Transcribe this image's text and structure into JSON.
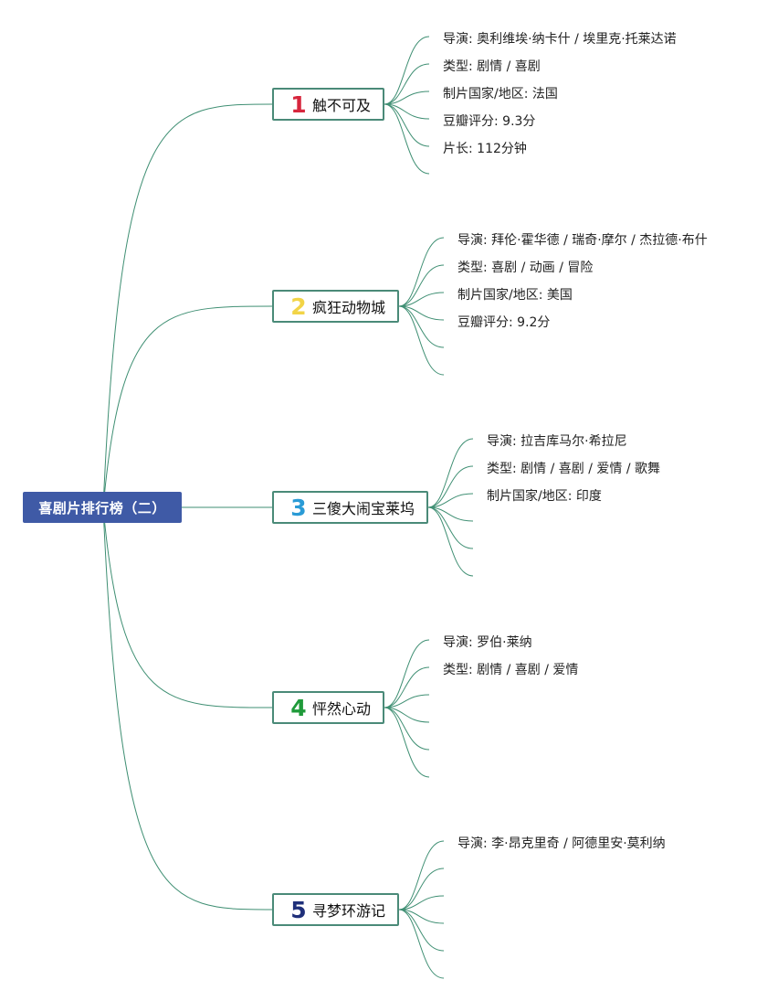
{
  "root": {
    "label": "喜剧片排行榜（二）"
  },
  "movies": [
    {
      "rank": "1",
      "rank_color": "#d7263d",
      "title": "触不可及",
      "details": [
        "导演: 奥利维埃·纳卡什 / 埃里克·托莱达诺",
        "类型: 剧情 / 喜剧",
        "制片国家/地区: 法国",
        "豆瓣评分:  9.3分",
        "片长: 112分钟",
        ""
      ]
    },
    {
      "rank": "2",
      "rank_color": "#f2d447",
      "title": "疯狂动物城",
      "details": [
        "导演: 拜伦·霍华德 / 瑞奇·摩尔 / 杰拉德·布什",
        "类型: 喜剧 / 动画 / 冒险",
        "制片国家/地区: 美国",
        "豆瓣评分:  9.2分",
        "",
        ""
      ]
    },
    {
      "rank": "3",
      "rank_color": "#2a9bd6",
      "title": "三傻大闹宝莱坞",
      "details": [
        "导演: 拉吉库马尔·希拉尼",
        "类型: 剧情 / 喜剧 / 爱情 / 歌舞",
        "制片国家/地区: 印度",
        "",
        "",
        ""
      ]
    },
    {
      "rank": "4",
      "rank_color": "#1f9a3a",
      "title": "怦然心动",
      "details": [
        "导演: 罗伯·莱纳",
        "类型: 剧情 / 喜剧 / 爱情",
        "",
        "",
        "",
        ""
      ]
    },
    {
      "rank": "5",
      "rank_color": "#1f2f7a",
      "title": "寻梦环游记",
      "details": [
        "导演: 李·昂克里奇 / 阿德里安·莫利纳",
        "",
        "",
        "",
        "",
        ""
      ]
    }
  ]
}
